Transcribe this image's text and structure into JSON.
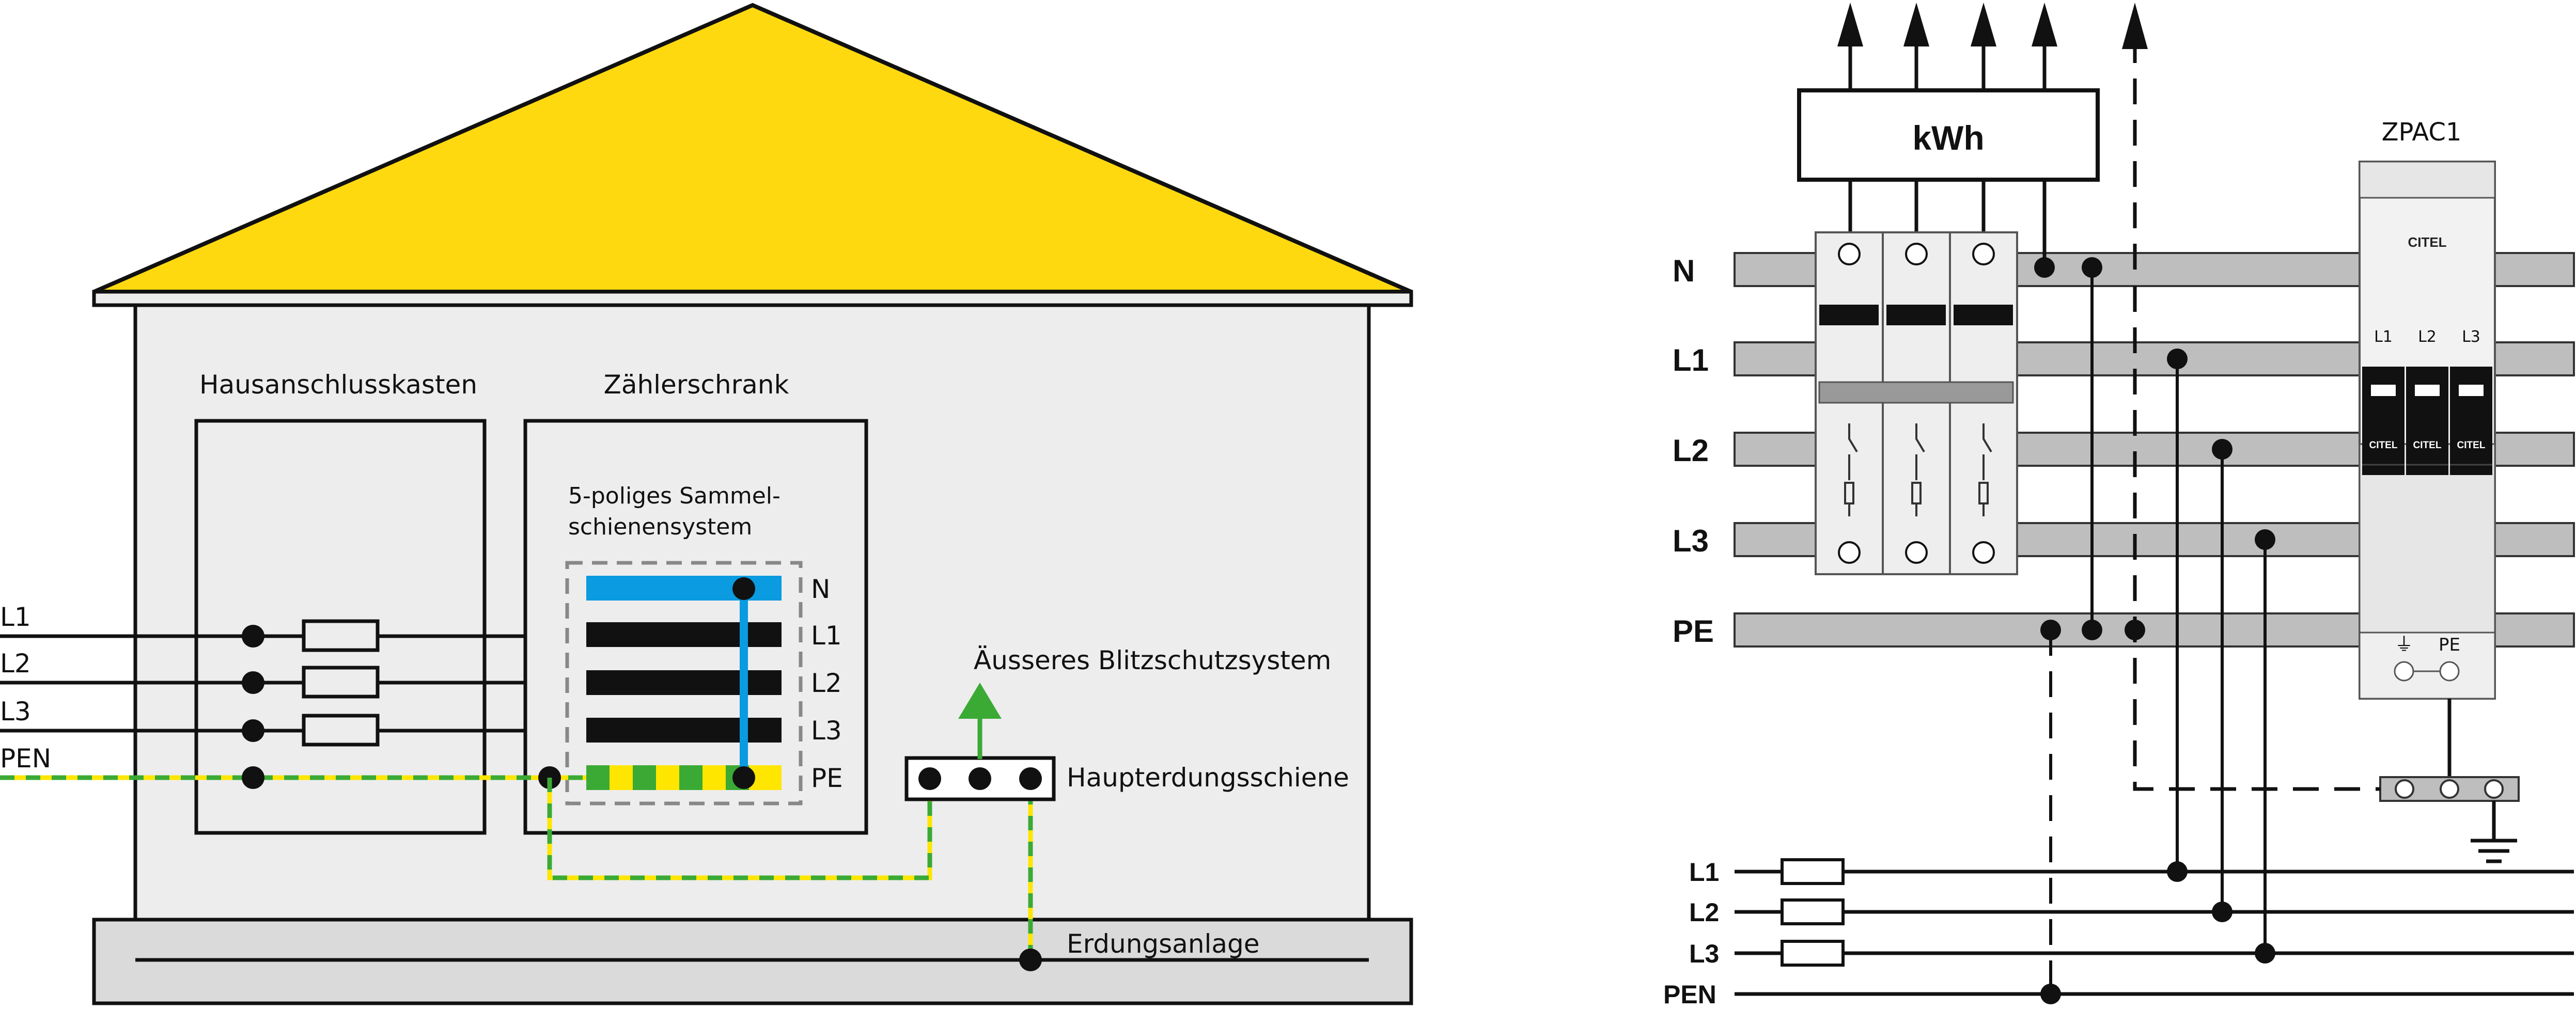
{
  "colors": {
    "roof": "#FFD90F",
    "wall": "#EDEDED",
    "ground": "#DADADA",
    "neutral_blue": "#0A9BE0",
    "pe_green": "#3BAA35",
    "pe_yellow": "#FFE600",
    "busbar_grey": "#BEBEBE",
    "arrow_green": "#3BAA35"
  },
  "left_diagram": {
    "house_connection_box": "Hausanschlusskasten",
    "meter_cabinet": "Zählerschrank",
    "busbar_system_line1": "5-poliges Sammel-",
    "busbar_system_line2": "schienensystem",
    "busbars": [
      "N",
      "L1",
      "L2",
      "L3",
      "PE"
    ],
    "incoming_lines": [
      "L1",
      "L2",
      "L3",
      "PEN"
    ],
    "external_lps": "Äusseres Blitzschutzsystem",
    "main_earthing_bar": "Haupterdungsschiene",
    "earthing_system": "Erdungsanlage"
  },
  "right_diagram": {
    "meter": "kWh",
    "busbars": [
      "N",
      "L1",
      "L2",
      "L3",
      "PE"
    ],
    "spd_name": "ZPAC1",
    "spd_brand": "CITEL",
    "spd_poles": [
      "L1",
      "L2",
      "L3"
    ],
    "spd_module_text": "CITEL",
    "spd_bottom_labels": [
      "⏚",
      "PE"
    ],
    "incoming_lines": [
      "L1",
      "L2",
      "L3",
      "PEN"
    ]
  }
}
